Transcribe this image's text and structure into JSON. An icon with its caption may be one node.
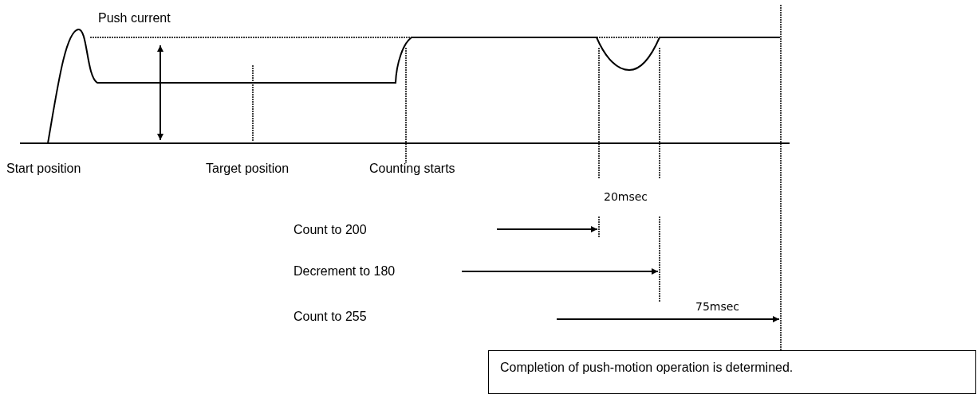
{
  "diagram": {
    "nodes": [
      {
        "text": [
          "Completion of push-motion operation is determined."
        ]
      }
    ],
    "labels": [
      "Push current",
      "Start position",
      "Target position",
      "Counting starts",
      "20msec",
      "Count to 200",
      "Decrement to 180",
      "75msec",
      "Count to 255"
    ]
  }
}
